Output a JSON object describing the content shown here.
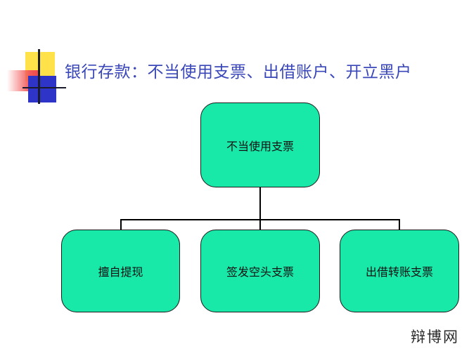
{
  "title": "银行存款：不当使用支票、出借账户、开立黑户",
  "diagram": {
    "root": "不当使用支票",
    "children": [
      "擅自提现",
      "签发空头支票",
      "出借转账支票"
    ]
  },
  "watermark": "辩博网",
  "colors": {
    "title": "#3a47b8",
    "node_fill": "#18e8a8",
    "node_border": "#1a1a1a",
    "logo_yellow": "#ffe24a",
    "logo_red": "#e94848",
    "logo_blue": "#2e34c8"
  }
}
